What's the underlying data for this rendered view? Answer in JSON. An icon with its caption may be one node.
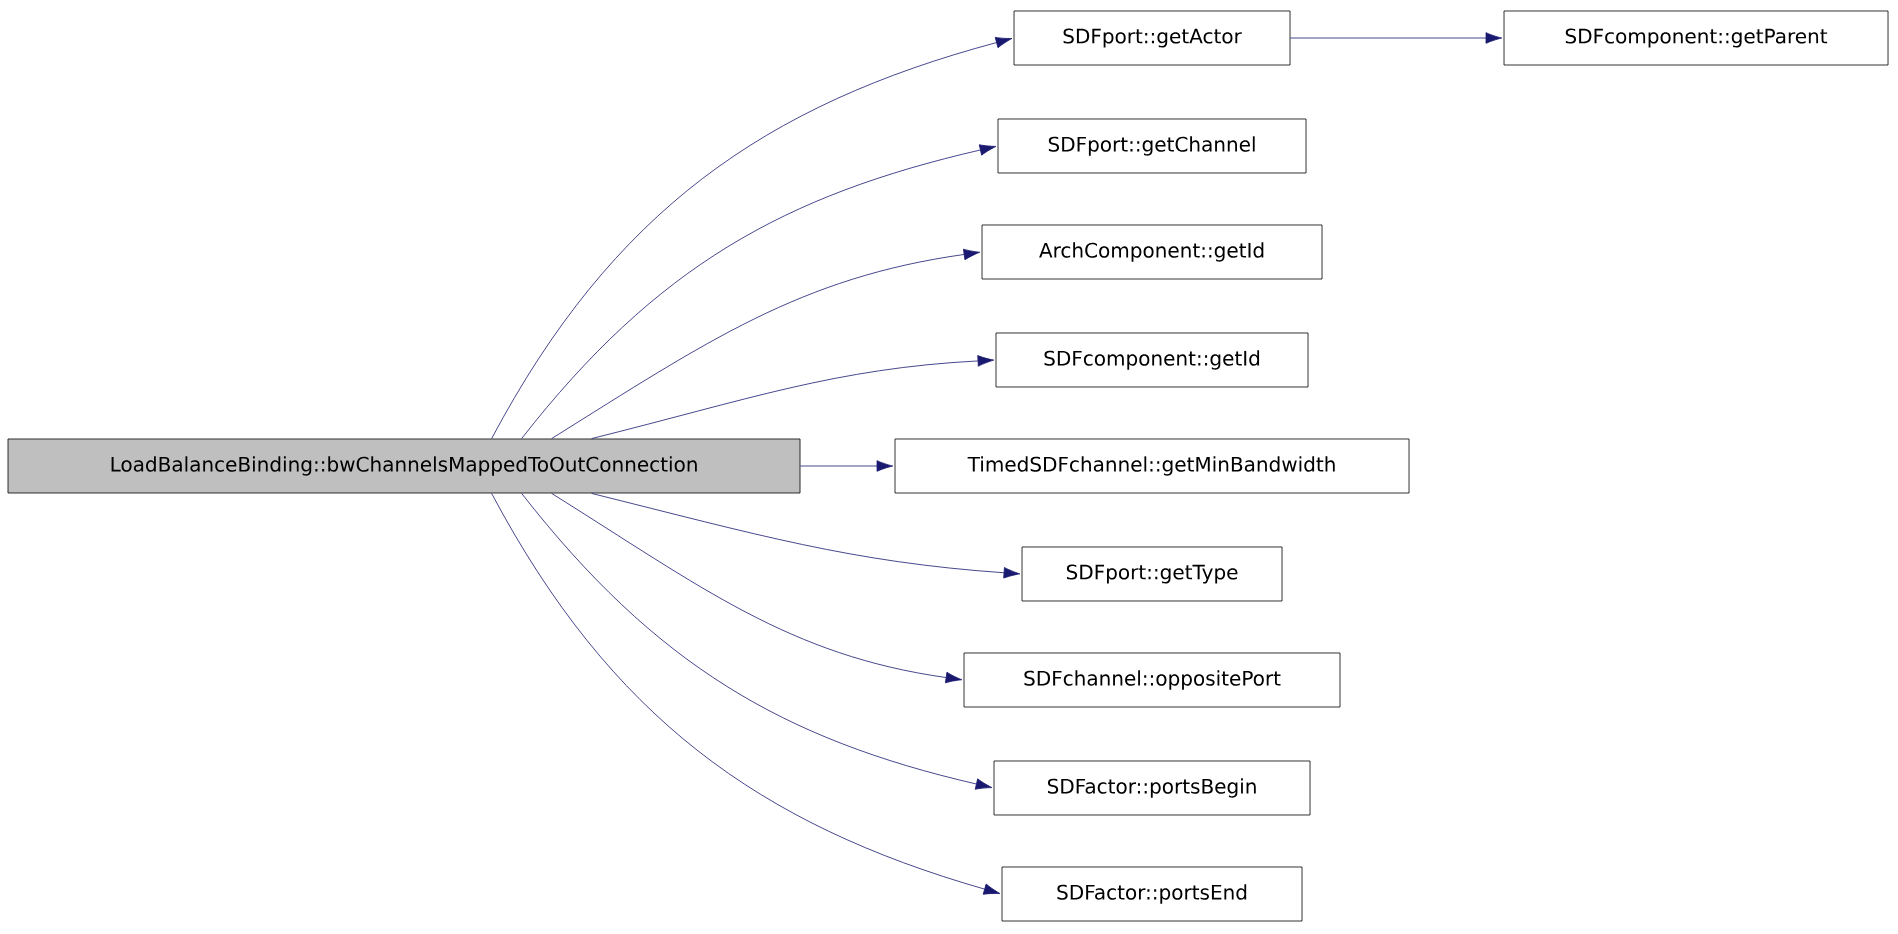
{
  "diagram": {
    "nodes": [
      {
        "text": [
          "LoadBalanceBinding::bwChannelsMappedToOutConnection"
        ]
      },
      {
        "text": [
          "SDFport::getActor"
        ]
      },
      {
        "text": [
          "SDFcomponent::getParent"
        ]
      },
      {
        "text": [
          "SDFport::getChannel"
        ]
      },
      {
        "text": [
          "ArchComponent::getId"
        ]
      },
      {
        "text": [
          "SDFcomponent::getId"
        ]
      },
      {
        "text": [
          "TimedSDFchannel::getMinBandwidth"
        ]
      },
      {
        "text": [
          "SDFport::getType"
        ]
      },
      {
        "text": [
          "SDFchannel::oppositePort"
        ]
      },
      {
        "text": [
          "SDFactor::portsBegin"
        ]
      },
      {
        "text": [
          "SDFactor::portsEnd"
        ]
      }
    ],
    "edges": [
      {
        "from": 0,
        "to": 1,
        "arrow": "to"
      },
      {
        "from": 1,
        "to": 2,
        "arrow": "to"
      },
      {
        "from": 0,
        "to": 3,
        "arrow": "to"
      },
      {
        "from": 0,
        "to": 4,
        "arrow": "to"
      },
      {
        "from": 0,
        "to": 5,
        "arrow": "to"
      },
      {
        "from": 0,
        "to": 6,
        "arrow": "to"
      },
      {
        "from": 0,
        "to": 7,
        "arrow": "to"
      },
      {
        "from": 0,
        "to": 8,
        "arrow": "to"
      },
      {
        "from": 0,
        "to": 9,
        "arrow": "to"
      },
      {
        "from": 0,
        "to": 10,
        "arrow": "to"
      }
    ]
  }
}
